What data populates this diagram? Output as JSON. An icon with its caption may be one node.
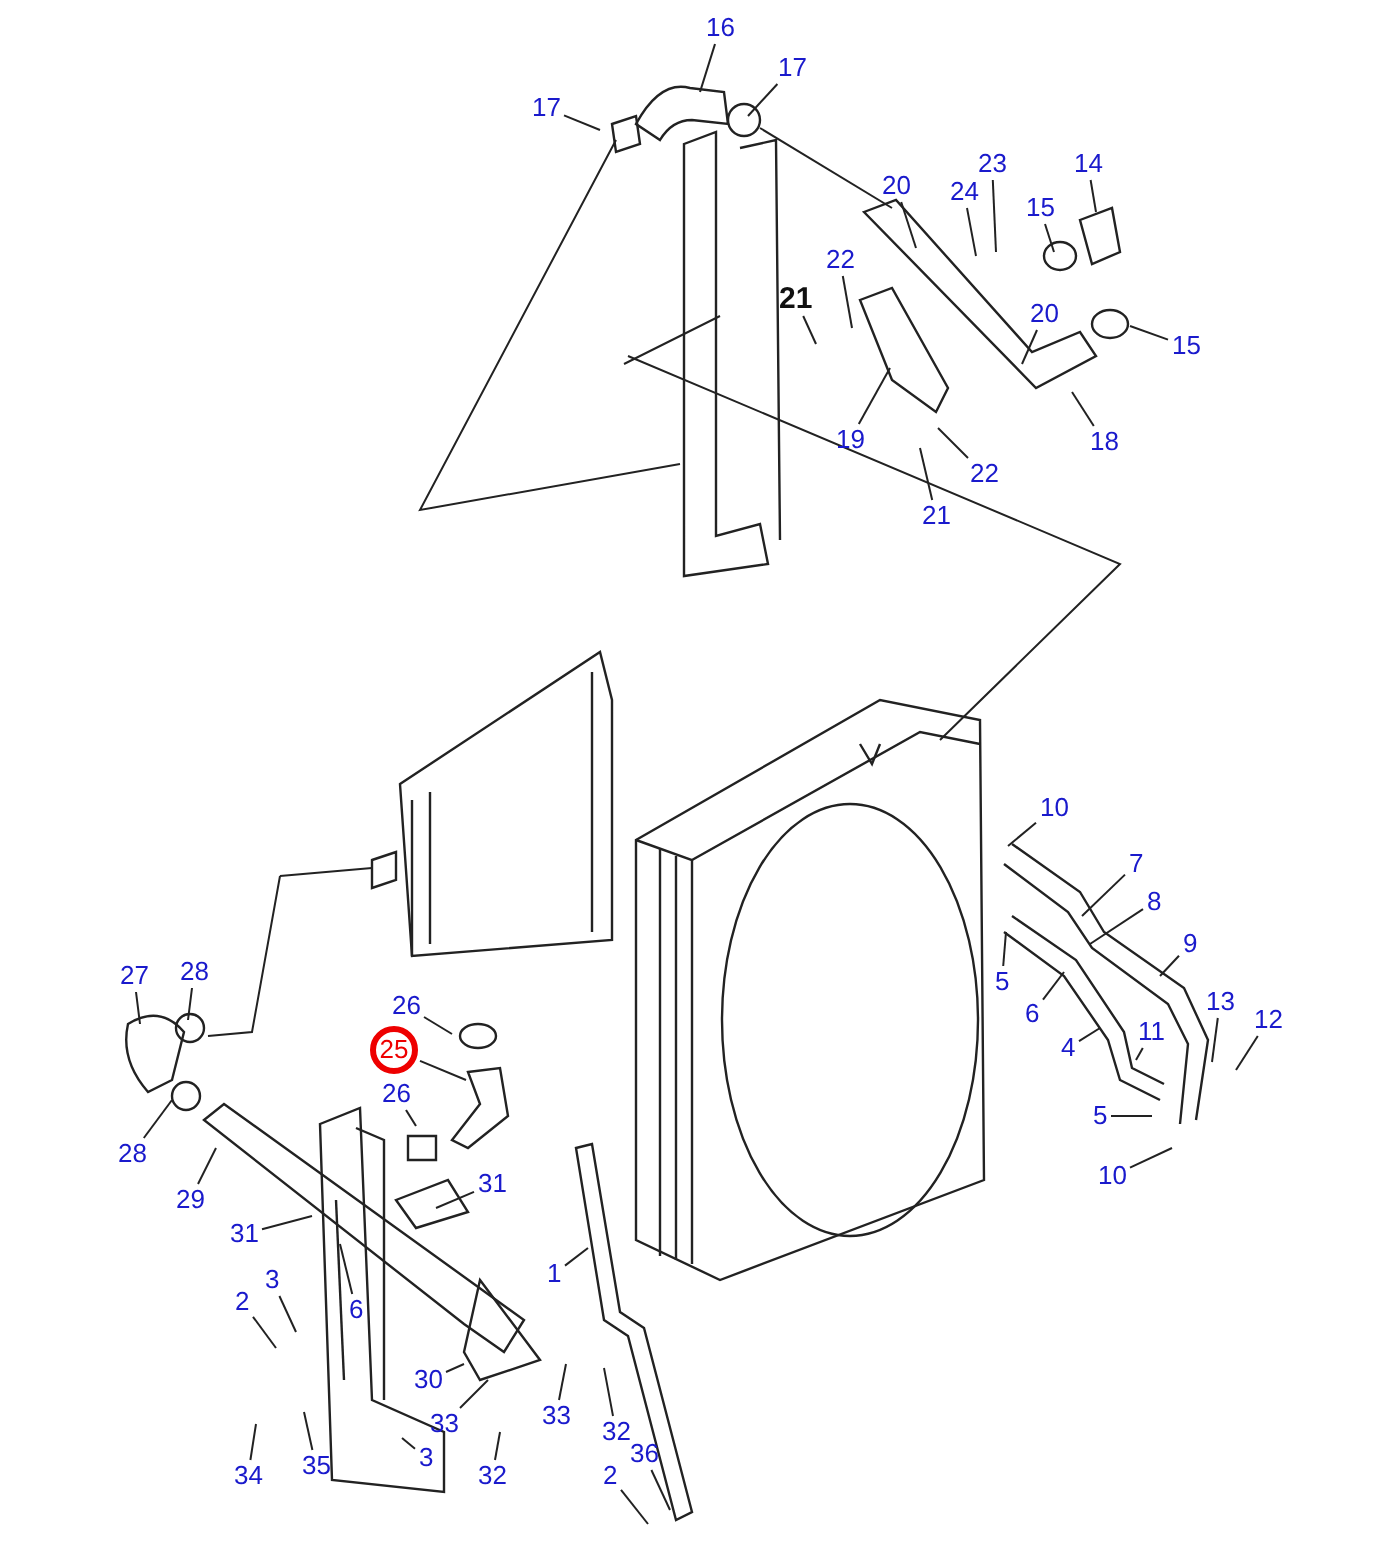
{
  "diagram": {
    "nodes": [
      {
        "text": [
          "16"
        ]
      },
      {
        "text": [
          "17"
        ]
      },
      {
        "text": [
          "17"
        ]
      },
      {
        "text": [
          "14"
        ]
      },
      {
        "text": [
          "15"
        ]
      },
      {
        "text": [
          "15"
        ]
      },
      {
        "text": [
          "20"
        ]
      },
      {
        "text": [
          "24"
        ]
      },
      {
        "text": [
          "23"
        ]
      },
      {
        "text": [
          "21"
        ]
      },
      {
        "text": [
          "22"
        ]
      },
      {
        "text": [
          "20"
        ]
      },
      {
        "text": [
          "19"
        ]
      },
      {
        "text": [
          "18"
        ]
      },
      {
        "text": [
          "21"
        ]
      },
      {
        "text": [
          "22"
        ]
      },
      {
        "text": [
          "10"
        ]
      },
      {
        "text": [
          "7"
        ]
      },
      {
        "text": [
          "8"
        ]
      },
      {
        "text": [
          "9"
        ]
      },
      {
        "text": [
          "5"
        ]
      },
      {
        "text": [
          "6"
        ]
      },
      {
        "text": [
          "4"
        ]
      },
      {
        "text": [
          "11"
        ]
      },
      {
        "text": [
          "13"
        ]
      },
      {
        "text": [
          "12"
        ]
      },
      {
        "text": [
          "5"
        ]
      },
      {
        "text": [
          "10"
        ]
      },
      {
        "text": [
          "27"
        ]
      },
      {
        "text": [
          "28"
        ]
      },
      {
        "text": [
          "28"
        ]
      },
      {
        "text": [
          "29"
        ]
      },
      {
        "text": [
          "26"
        ]
      },
      {
        "text": [
          "25"
        ]
      },
      {
        "text": [
          "26"
        ]
      },
      {
        "text": [
          "31"
        ]
      },
      {
        "text": [
          "31"
        ]
      },
      {
        "text": [
          "3"
        ]
      },
      {
        "text": [
          "2"
        ]
      },
      {
        "text": [
          "6"
        ]
      },
      {
        "text": [
          "1"
        ]
      },
      {
        "text": [
          "30"
        ]
      },
      {
        "text": [
          "33"
        ]
      },
      {
        "text": [
          "33"
        ]
      },
      {
        "text": [
          "32"
        ]
      },
      {
        "text": [
          "32"
        ]
      },
      {
        "text": [
          "3"
        ]
      },
      {
        "text": [
          "34"
        ]
      },
      {
        "text": [
          "35"
        ]
      },
      {
        "text": [
          "2"
        ]
      },
      {
        "text": [
          "36"
        ]
      }
    ],
    "edges": [
      {
        "from": 0,
        "to": null,
        "arrow": "none"
      },
      {
        "from": 1,
        "to": null,
        "arrow": "none"
      },
      {
        "from": 2,
        "to": null,
        "arrow": "none"
      },
      {
        "from": 3,
        "to": null,
        "arrow": "none"
      },
      {
        "from": 4,
        "to": null,
        "arrow": "none"
      },
      {
        "from": 5,
        "to": null,
        "arrow": "none"
      },
      {
        "from": 6,
        "to": null,
        "arrow": "none"
      },
      {
        "from": 7,
        "to": null,
        "arrow": "none"
      },
      {
        "from": 8,
        "to": null,
        "arrow": "none"
      },
      {
        "from": 9,
        "to": null,
        "arrow": "none"
      },
      {
        "from": 10,
        "to": null,
        "arrow": "none"
      },
      {
        "from": 11,
        "to": null,
        "arrow": "none"
      },
      {
        "from": 12,
        "to": null,
        "arrow": "none"
      },
      {
        "from": 13,
        "to": null,
        "arrow": "none"
      },
      {
        "from": 14,
        "to": null,
        "arrow": "none"
      },
      {
        "from": 15,
        "to": null,
        "arrow": "none"
      },
      {
        "from": 16,
        "to": null,
        "arrow": "none"
      },
      {
        "from": 17,
        "to": null,
        "arrow": "none"
      },
      {
        "from": 18,
        "to": null,
        "arrow": "none"
      },
      {
        "from": 19,
        "to": null,
        "arrow": "none"
      },
      {
        "from": 20,
        "to": null,
        "arrow": "none"
      },
      {
        "from": 21,
        "to": null,
        "arrow": "none"
      },
      {
        "from": 22,
        "to": null,
        "arrow": "none"
      },
      {
        "from": 23,
        "to": null,
        "arrow": "none"
      },
      {
        "from": 24,
        "to": null,
        "arrow": "none"
      },
      {
        "from": 25,
        "to": null,
        "arrow": "none"
      },
      {
        "from": 26,
        "to": null,
        "arrow": "none"
      },
      {
        "from": 27,
        "to": null,
        "arrow": "none"
      },
      {
        "from": 28,
        "to": null,
        "arrow": "none"
      },
      {
        "from": 29,
        "to": null,
        "arrow": "none"
      },
      {
        "from": 30,
        "to": null,
        "arrow": "none"
      },
      {
        "from": 31,
        "to": null,
        "arrow": "none"
      },
      {
        "from": 32,
        "to": null,
        "arrow": "none"
      },
      {
        "from": 33,
        "to": null,
        "arrow": "none"
      },
      {
        "from": 34,
        "to": null,
        "arrow": "none"
      },
      {
        "from": 35,
        "to": null,
        "arrow": "none"
      },
      {
        "from": 36,
        "to": null,
        "arrow": "none"
      },
      {
        "from": 37,
        "to": null,
        "arrow": "none"
      },
      {
        "from": 38,
        "to": null,
        "arrow": "none"
      },
      {
        "from": 39,
        "to": null,
        "arrow": "none"
      },
      {
        "from": 40,
        "to": null,
        "arrow": "none"
      },
      {
        "from": 41,
        "to": null,
        "arrow": "none"
      },
      {
        "from": 42,
        "to": null,
        "arrow": "none"
      },
      {
        "from": 43,
        "to": null,
        "arrow": "none"
      },
      {
        "from": 44,
        "to": null,
        "arrow": "none"
      },
      {
        "from": 45,
        "to": null,
        "arrow": "none"
      },
      {
        "from": 46,
        "to": null,
        "arrow": "none"
      },
      {
        "from": 47,
        "to": null,
        "arrow": "none"
      },
      {
        "from": 48,
        "to": null,
        "arrow": "none"
      },
      {
        "from": 49,
        "to": null,
        "arrow": "none"
      },
      {
        "from": 50,
        "to": null,
        "arrow": "none"
      }
    ]
  }
}
